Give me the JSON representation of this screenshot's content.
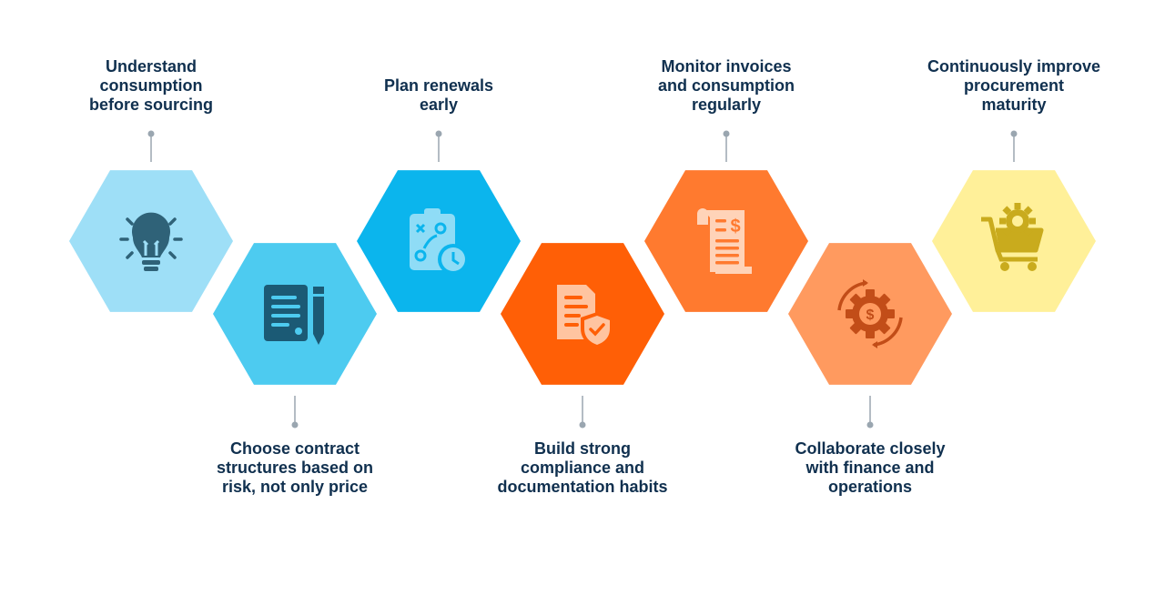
{
  "steps": [
    {
      "lines": [
        "Understand",
        "consumption",
        "before sourcing"
      ],
      "color": "#9edff7",
      "icon_color": "#2f6278",
      "icon": "lightbulb-icon",
      "label_position": "top"
    },
    {
      "lines": [
        "Choose contract",
        "structures based on",
        "risk, not only price"
      ],
      "color": "#4dcbf0",
      "icon_color": "#1b5a75",
      "icon": "contract-document-pen-icon",
      "label_position": "bottom"
    },
    {
      "lines": [
        "Plan renewals",
        "early"
      ],
      "color": "#0bb5ed",
      "icon_color": "#8fdcf6",
      "icon": "clipboard-strategy-clock-icon",
      "label_position": "top"
    },
    {
      "lines": [
        "Build strong",
        "compliance and",
        "documentation habits"
      ],
      "color": "#ff5f06",
      "icon_color": "#ffc4a0",
      "icon": "document-shield-check-icon",
      "label_position": "bottom"
    },
    {
      "lines": [
        "Monitor invoices",
        "and consumption",
        "regularly"
      ],
      "color": "#ff7a2f",
      "icon_color": "#ffd3b8",
      "icon": "invoice-dollar-icon",
      "label_position": "top"
    },
    {
      "lines": [
        "Collaborate closely",
        "with finance and",
        "operations"
      ],
      "color": "#ff9a5f",
      "icon_color": "#c24d18",
      "icon": "gear-dollar-icon",
      "label_position": "bottom"
    },
    {
      "lines": [
        "Continuously improve",
        "procurement",
        "maturity"
      ],
      "color": "#fff099",
      "icon_color": "#c9ab1d",
      "icon": "cart-gear-icon",
      "label_position": "top"
    }
  ],
  "connector_color": "#9aa6b0"
}
